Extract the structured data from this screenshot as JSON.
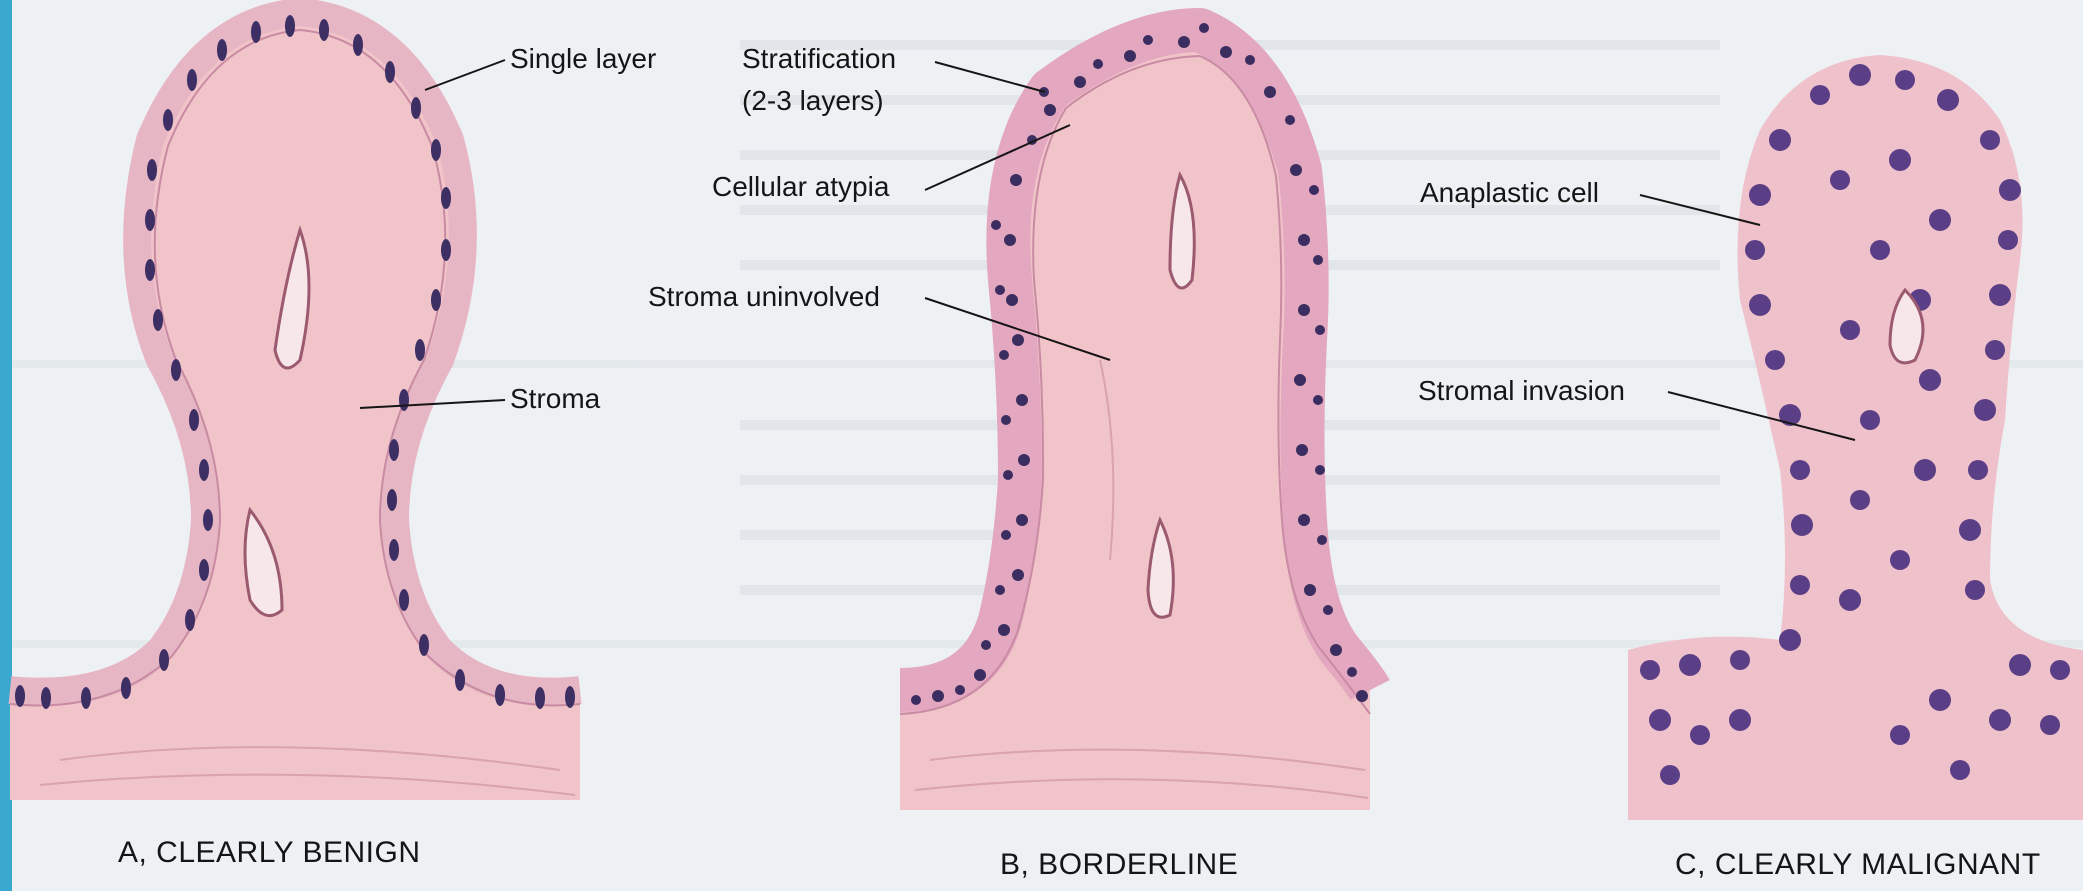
{
  "panels": [
    {
      "caption": "A,  CLEARLY BENIGN",
      "labels": [
        "Single layer",
        "Stroma"
      ]
    },
    {
      "caption": "B, BORDERLINE",
      "labels": [
        "Stratification",
        "(2-3 layers)",
        "Cellular atypia",
        "Stroma uninvolved"
      ]
    },
    {
      "caption": "C, CLEARLY MALIGNANT",
      "labels": [
        "Anaplastic cell",
        "Stromal invasion"
      ]
    }
  ],
  "colors": {
    "slide_blue": "#3aa9cf",
    "page_bg": "#eef1f4",
    "stroma": "#f0c4c8",
    "epithelium": "#e7b6c4",
    "nucleus": "#3d2f63",
    "malignant_nucleus": "#5b3f86"
  }
}
